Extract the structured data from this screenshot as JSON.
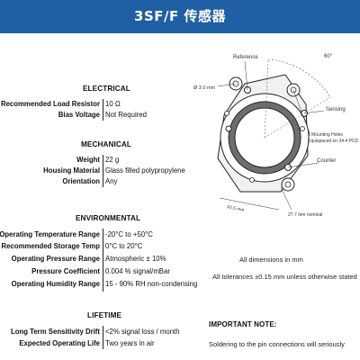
{
  "header": {
    "title": "3SF/F  传感器"
  },
  "sections": [
    {
      "title": "ELECTRICAL",
      "rows": [
        {
          "label": "Recommended Load Resistor",
          "value": "10 Ω"
        },
        {
          "label": "Bias Voltage",
          "value": "Not Required"
        }
      ]
    },
    {
      "title": "MECHANICAL",
      "rows": [
        {
          "label": "Weight",
          "value": "22 g"
        },
        {
          "label": "Housing Material",
          "value": "Glass filled polypropylene"
        },
        {
          "label": "Orientation",
          "value": "Any"
        }
      ]
    },
    {
      "title": "ENVIRONMENTAL",
      "rows": [
        {
          "label": "Operating Temperature Range",
          "value": "-20°C  to +50°C"
        },
        {
          "label": "Recommended Storage Temp",
          "value": "0°C to 20°C"
        },
        {
          "label": "Operating Pressure Range",
          "value": "Atmospheric ± 10%"
        },
        {
          "label": "Pressure Coefficient",
          "value": "0.004 % signal/mBar"
        },
        {
          "label": "Operating Humidity Range",
          "value": "15 - 90% RH non-condensing"
        }
      ]
    },
    {
      "title": "LIFETIME",
      "rows": [
        {
          "label": "Long Term Sensitivity Drift",
          "value": "<2% signal loss / month"
        },
        {
          "label": "Expected Operating Life",
          "value": "Two years in air"
        }
      ]
    }
  ],
  "diagram": {
    "labels": {
      "reference": "Reference",
      "angle": "60°",
      "hole_dia": "Ø 3.0 mm",
      "sensing": "Sensing",
      "mounting_holes": "3 Mounting Holes",
      "mounting_pcd": "Equispaced on 34.4 PCD",
      "counter": "Counter",
      "width": "42.5 mm",
      "height_nominal": "27.7 mm nominal"
    },
    "notes": {
      "dimensions": "All dimensions in mm",
      "tolerances": "All tolerances ±0.15 mm unless otherwise stated"
    }
  },
  "important": {
    "title": "IMPORTANT NOTE:",
    "text": "Soldering to the pin connections will seriously"
  },
  "colors": {
    "banner": "#1f5fa3",
    "banner_text": "#ffffff"
  }
}
